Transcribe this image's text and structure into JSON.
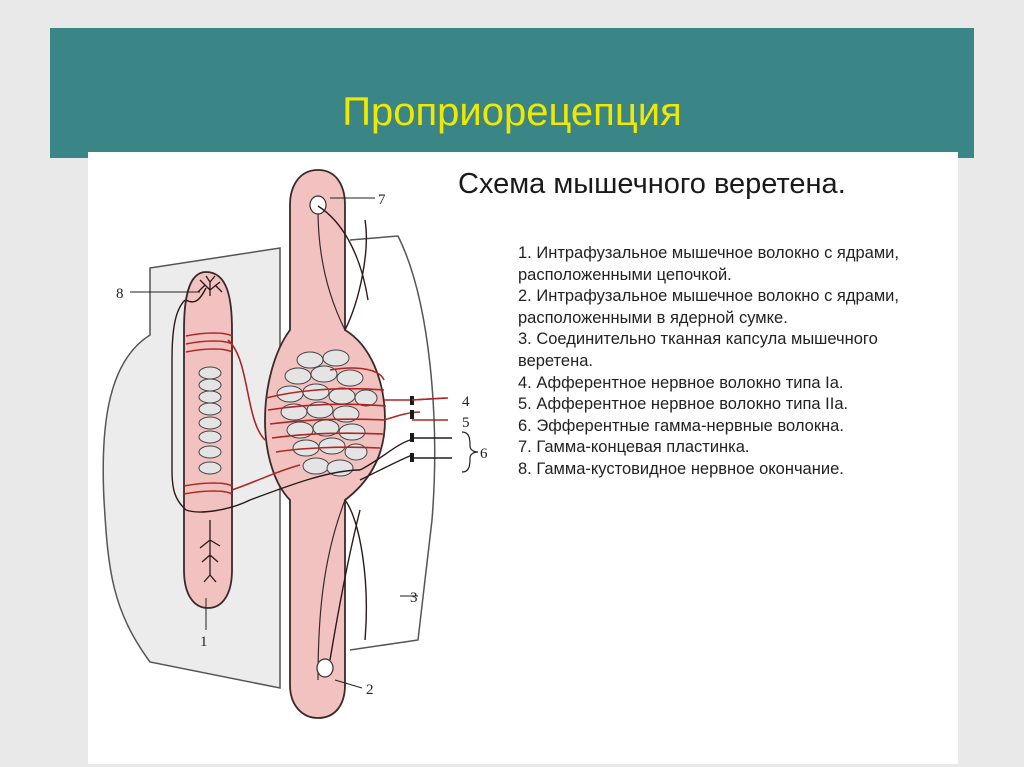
{
  "slide": {
    "title": "Проприорецепция"
  },
  "scheme": {
    "title": "Схема мышечного веретена."
  },
  "legend": {
    "items": [
      "1. Интрафузальное мышечное волокно с ядрами, расположенными цепочкой.",
      "2.  Интрафузальное мышечное волокно с ядрами, расположенными в ядерной сумке.",
      "3. Соединительно тканная капсула мышечного веретена.",
      "4. Афферентное нервное волокно типа Ia.",
      "5. Афферентное нервное волокно типа IIa.",
      "6. Эфферентные гамма-нервные волокна.",
      "7. Гамма-концевая пластинка.",
      "8. Гамма-кустовидное нервное окончание."
    ]
  },
  "diagram": {
    "callouts": [
      "1",
      "2",
      "3",
      "4",
      "5",
      "6",
      "7",
      "8"
    ],
    "colors": {
      "fiber_fill": "#f2c2c0",
      "fiber_stroke": "#3a2a2a",
      "capsule_fill": "#ececec",
      "nerve_red": "#b02525",
      "nerve_dark": "#2a1a1a",
      "nucleus_fill": "#e4e4e4"
    }
  }
}
